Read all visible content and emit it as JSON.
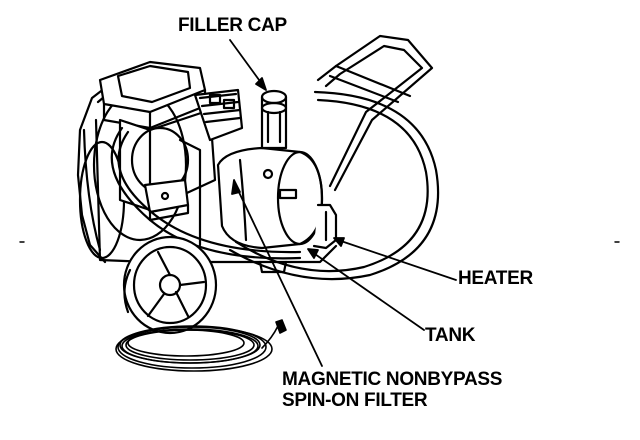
{
  "diagram": {
    "labels": {
      "filler_cap": "FILLER CAP",
      "heater": "HEATER",
      "tank": "TANK",
      "filter_line1": "MAGNETIC NONBYPASS",
      "filter_line2": "SPIN-ON FILTER"
    },
    "ink_color": "#000000",
    "background_color": "#ffffff"
  }
}
